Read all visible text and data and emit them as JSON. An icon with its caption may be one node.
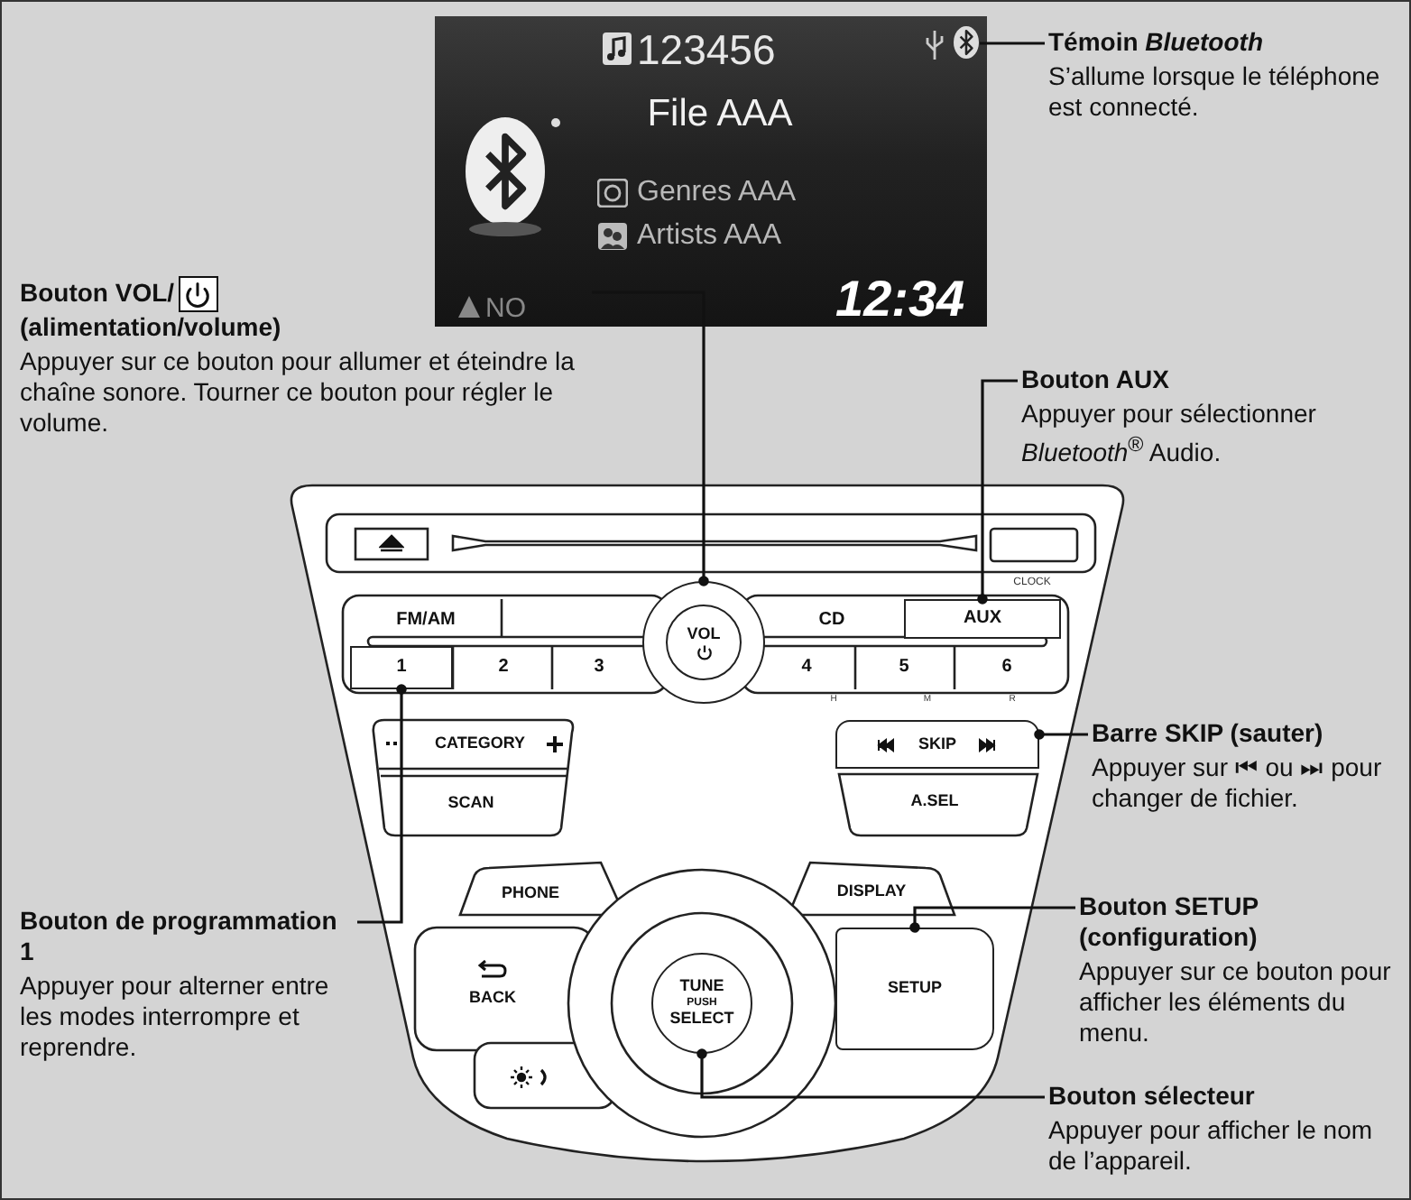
{
  "diagram": {
    "nodes": [
      {
        "text": [
          "Témoin *Bluetooth*",
          "S’allume lorsque le téléphone est connecté."
        ]
      },
      {
        "text": [
          "Bouton VOL/",
          "(alimentation/volume)",
          "Appuyer sur ce bouton pour allumer et éteindre la chaîne sonore. Tourner ce bouton pour régler le volume."
        ]
      },
      {
        "text": [
          "Bouton AUX",
          "Appuyer pour sélectionner *Bluetooth*$^{®}$ Audio."
        ]
      },
      {
        "text": [
          "Barre SKIP (sauter)",
          "Appuyer sur ⏮ ou ⏭ pour changer de fichier."
        ]
      },
      {
        "text": [
          "Bouton de programmation 1",
          "Appuyer pour alterner entre les modes interrompre et reprendre."
        ]
      },
      {
        "text": [
          "Bouton SETUP (configuration)",
          "Appuyer sur ce bouton pour afficher les éléments du menu."
        ]
      },
      {
        "text": [
          "Bouton sélecteur",
          "Appuyer pour afficher le nom de l’appareil."
        ]
      },
      {
        "text": [],
        "shape": "picture"
      },
      {
        "text": [
          "VOL"
        ]
      },
      {
        "text": [
          "AUX"
        ]
      },
      {
        "text": [
          "SKIP"
        ]
      },
      {
        "text": [
          "1"
        ]
      },
      {
        "text": [
          "SETUP"
        ]
      },
      {
        "text": [
          "TUNE",
          "PUSH",
          "SELECT"
        ]
      }
    ],
    "edges": [
      {
        "from": 0,
        "to": 7,
        "arrow": "none"
      },
      {
        "from": 1,
        "to": 8,
        "arrow": "other"
      },
      {
        "from": 2,
        "to": 9,
        "arrow": "other"
      },
      {
        "from": 3,
        "to": 10,
        "arrow": "other"
      },
      {
        "from": 4,
        "to": 11,
        "arrow": "other"
      },
      {
        "from": 5,
        "to": 12,
        "arrow": "other"
      },
      {
        "from": 6,
        "to": 13,
        "arrow": "other"
      }
    ],
    "labels": [
      "123456",
      "File AAA",
      "Genres AAA",
      "Artists AAA",
      "NO",
      "12:34",
      "CLOCK",
      "FM/AM",
      "CD",
      "2",
      "3",
      "4",
      "5",
      "6",
      "H",
      "M",
      "R",
      "CATEGORY",
      "SCAN",
      "A.SEL",
      "PHONE",
      "DISPLAY",
      "BACK"
    ]
  }
}
